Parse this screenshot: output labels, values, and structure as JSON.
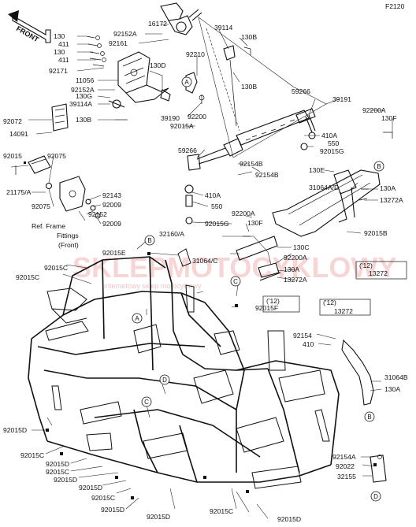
{
  "figure_code": "F2120",
  "front_arrow_label": "FRONT",
  "ref_note": [
    "Ref. Frame",
    "Fittings",
    "(Front)"
  ],
  "watermark": {
    "main": "SKLEPMOTOCYKLOWY",
    "sub": "internetowy sklep motocyklowy"
  },
  "callouts": [
    "A",
    "B",
    "C",
    "D"
  ],
  "labels": {
    "l16172": "16172",
    "l92152A_top": "92152A",
    "l92161": "92161",
    "l130_1": "130",
    "l411_1": "411",
    "l130_2": "130",
    "l411_2": "411",
    "l92171": "92171",
    "l130D": "130D",
    "l11056": "11056",
    "l92152A_mid": "92152A",
    "l130G": "130G",
    "l39114A": "39114A",
    "l130B_left": "130B",
    "l39190": "39190",
    "l92200": "92200",
    "l92015A": "92015A",
    "l92210": "92210",
    "l39114": "39114",
    "l130B_r1": "130B",
    "l130B_r2": "130B",
    "l59266_top": "59266",
    "l39191": "39191",
    "l92200A_r": "92200A",
    "l130F_r": "130F",
    "l410A_r": "410A",
    "l550_r": "550",
    "l92015G_r": "92015G",
    "l92072": "92072",
    "l14091": "14091",
    "l92015": "92015",
    "l92075_1": "92075",
    "l21175A": "21175/A",
    "l92075_2": "92075",
    "l92143": "92143",
    "l92009_1": "92009",
    "l92152": "92152",
    "l92009_2": "92009",
    "l59266_mid": "59266",
    "l92154B": "92154B",
    "l92154B_2": "92154B",
    "l410A_mid": "410A",
    "l550_mid": "550",
    "l92015G_mid": "92015G",
    "l130E": "130E",
    "l31064AD": "31064A/D",
    "l130A_1": "130A",
    "l13272A_1": "13272A",
    "l92015B": "92015B",
    "l92200A_m": "92200A",
    "l130F_m": "130F",
    "l32160A": "32160/A",
    "l92015E": "92015E",
    "l31064C": "31064/C",
    "l130C": "130C",
    "l92200A_c": "92200A",
    "l130A_2": "130A",
    "l13272A_2": "13272A",
    "l12_a": "('12)",
    "l13272_a": "13272",
    "l12_b": "('12)",
    "l92015F": "92015F",
    "l12_c": "('12)",
    "l13272_b": "13272",
    "l92015C_1": "92015C",
    "l92015C_2": "92015C",
    "l92154": "92154",
    "l410": "410",
    "l31064B": "31064B",
    "l130A_3": "130A",
    "l92015D_1": "92015D",
    "l92015C_3": "92015C",
    "l92015D_2": "92015D",
    "l92015C_4": "92015C",
    "l92015D_3": "92015D",
    "l92015D_4": "92015D",
    "l92015C_5": "92015C",
    "l92015D_5": "92015D",
    "l92015D_6": "92015D",
    "l92015C_6": "92015C",
    "l92015D_7": "92015D",
    "l92154A": "92154A",
    "l92022": "92022",
    "l32155": "32155"
  }
}
